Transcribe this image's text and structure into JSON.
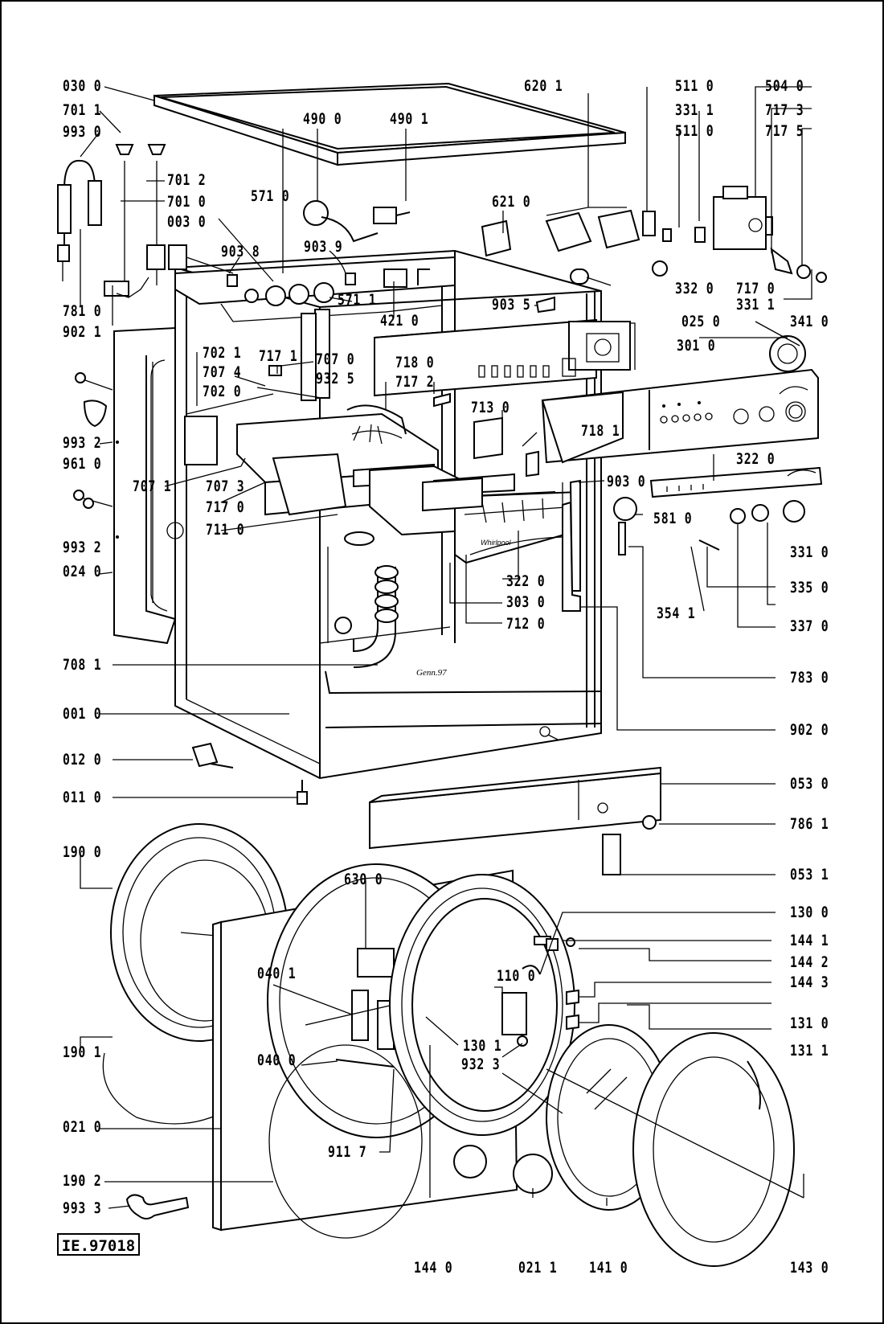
{
  "drawing_code": "IE.97018",
  "brand_mark": "Whirlpool",
  "date_mark": "Genn.97",
  "labels": {
    "l0300": "030 0",
    "l7011": "701 1",
    "l9930": "993 0",
    "l7012": "701 2",
    "l7010": "701 0",
    "l0030": "003 0",
    "l5710": "571 0",
    "l4900": "490 0",
    "l4901": "490 1",
    "l6211": "620 1",
    "l6210": "621 0",
    "l5110a": "511 0",
    "l3311a": "331 1",
    "l5110b": "511 0",
    "l5040": "504 0",
    "l7173": "717 3",
    "l7175": "717 5",
    "l9038": "903 8",
    "l9039": "903 9",
    "l7810": "781 0",
    "l9021": "902 1",
    "l5711": "571 1",
    "l4210": "421 0",
    "l3320": "332 0",
    "l7170a": "717 0",
    "l3311b": "331 1",
    "l9035": "903 5",
    "l3410": "341 0",
    "l0250": "025 0",
    "l3010": "301 0",
    "l7021": "702 1",
    "l7074": "707 4",
    "l7020": "702 0",
    "l7171": "717 1",
    "l7070": "707 0",
    "l9325": "932 5",
    "l7180": "718 0",
    "l7172": "717 2",
    "l9932a": "993 2",
    "l9610": "961 0",
    "l7130": "713 0",
    "l7181": "718 1",
    "l3220a": "322 0",
    "l7071": "707 1",
    "l7073": "707 3",
    "l7170b": "717 0",
    "l7110": "711 0",
    "l9030": "903 0",
    "l5810": "581 0",
    "l9932b": "993 2",
    "l0240": "024 0",
    "l3220b": "322 0",
    "l3030": "303 0",
    "l7120": "712 0",
    "l3310": "331 0",
    "l3350": "335 0",
    "l3541": "354 1",
    "l3370": "337 0",
    "l7081": "708 1",
    "l7830": "783 0",
    "l0010": "001 0",
    "l9020": "902 0",
    "l0120": "012 0",
    "l0110": "011 0",
    "l0530": "053 0",
    "l7861": "786 1",
    "l1900": "190 0",
    "l0531": "053 1",
    "l6300": "630 0",
    "l1300": "130 0",
    "l1441": "144 1",
    "l1442": "144 2",
    "l0401": "040 1",
    "l1100": "110 0",
    "l1443": "144 3",
    "l1310": "131 0",
    "l1301": "130 1",
    "l1311": "131 1",
    "l9323": "932 3",
    "l0400": "040 0",
    "l1901": "190 1",
    "l0210": "021 0",
    "l9117": "911 7",
    "l1902": "190 2",
    "l9933": "993 3",
    "l1440": "144 0",
    "l0211": "021 1",
    "l1410": "141 0",
    "l1430": "143 0"
  }
}
